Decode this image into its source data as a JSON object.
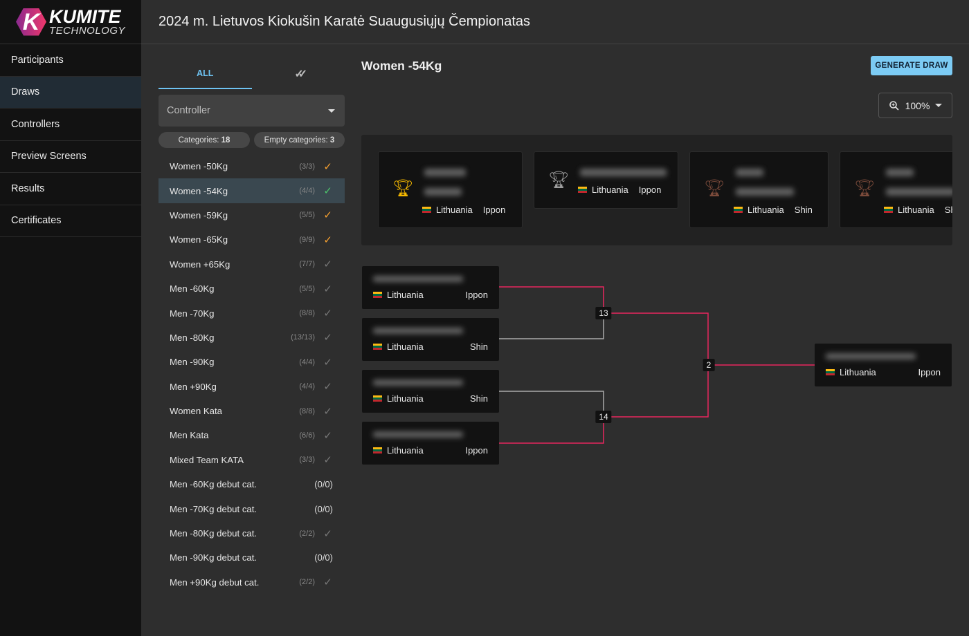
{
  "app": {
    "logo_title": "KUMITE",
    "logo_subtitle": "TECHNOLOGY",
    "logo_letter": "K"
  },
  "sidebar": {
    "items": [
      {
        "label": "Participants"
      },
      {
        "label": "Draws",
        "active": true
      },
      {
        "label": "Controllers"
      },
      {
        "label": "Preview Screens"
      },
      {
        "label": "Results"
      },
      {
        "label": "Certificates"
      }
    ]
  },
  "header": {
    "title": "2024 m. Lietuvos Kiokušin Karatė Suaugusiųjų Čempionatas"
  },
  "tabs": [
    {
      "label": "ALL",
      "active": true
    },
    {
      "icon": "double-check-icon"
    }
  ],
  "controller_select": {
    "value": "Controller"
  },
  "chips": {
    "categories_label": "Categories:",
    "categories_value": "18",
    "empty_label": "Empty categories:",
    "empty_value": "3"
  },
  "colors": {
    "accent": "#7ccbf4",
    "pending_check": "#f5a030",
    "active_check": "#4cc26a",
    "bracket_win": "#e8265e",
    "bracket_lose": "#aaaaaa",
    "gold": "#f5b800",
    "silver": "#9e9e9e",
    "bronze": "#7a4a3a"
  },
  "categories": [
    {
      "name": "Women -50Kg",
      "count": "(3/3)",
      "status": "orange"
    },
    {
      "name": "Women -54Kg",
      "count": "(4/4)",
      "status": "green",
      "active": true
    },
    {
      "name": "Women -59Kg",
      "count": "(5/5)",
      "status": "orange"
    },
    {
      "name": "Women -65Kg",
      "count": "(9/9)",
      "status": "orange"
    },
    {
      "name": "Women +65Kg",
      "count": "(7/7)",
      "status": "gray"
    },
    {
      "name": "Men -60Kg",
      "count": "(5/5)",
      "status": "gray"
    },
    {
      "name": "Men -70Kg",
      "count": "(8/8)",
      "status": "gray"
    },
    {
      "name": "Men -80Kg",
      "count": "(13/13)",
      "status": "gray"
    },
    {
      "name": "Men -90Kg",
      "count": "(4/4)",
      "status": "gray"
    },
    {
      "name": "Men +90Kg",
      "count": "(4/4)",
      "status": "gray"
    },
    {
      "name": "Women Kata",
      "count": "(8/8)",
      "status": "gray"
    },
    {
      "name": "Men Kata",
      "count": "(6/6)",
      "status": "gray"
    },
    {
      "name": "Mixed Team KATA",
      "count": "(3/3)",
      "status": "gray"
    },
    {
      "name": "Men -60Kg debut cat.",
      "count": "(0/0)",
      "status": "none"
    },
    {
      "name": "Men -70Kg debut cat.",
      "count": "(0/0)",
      "status": "none"
    },
    {
      "name": "Men -80Kg debut cat.",
      "count": "(2/2)",
      "status": "gray"
    },
    {
      "name": "Men -90Kg debut cat.",
      "count": "(0/0)",
      "status": "none"
    },
    {
      "name": "Men +90Kg debut cat.",
      "count": "(2/2)",
      "status": "gray"
    }
  ],
  "main": {
    "title": "Women -54Kg",
    "generate_label": "GENERATE DRAW",
    "zoom_value": "100%"
  },
  "podium": [
    {
      "place": "gold",
      "country": "Lithuania",
      "club": "Ippon"
    },
    {
      "place": "silver",
      "country": "Lithuania",
      "club": "Ippon"
    },
    {
      "place": "bronze",
      "country": "Lithuania",
      "club": "Shin"
    },
    {
      "place": "bronze",
      "country": "Lithuania",
      "club": "Shin"
    }
  ],
  "bracket": {
    "matches": [
      {
        "country": "Lithuania",
        "club": "Ippon"
      },
      {
        "country": "Lithuania",
        "club": "Shin"
      },
      {
        "country": "Lithuania",
        "club": "Shin"
      },
      {
        "country": "Lithuania",
        "club": "Ippon"
      }
    ],
    "match_numbers": [
      "13",
      "14",
      "2"
    ],
    "winner": {
      "country": "Lithuania",
      "club": "Ippon"
    }
  }
}
